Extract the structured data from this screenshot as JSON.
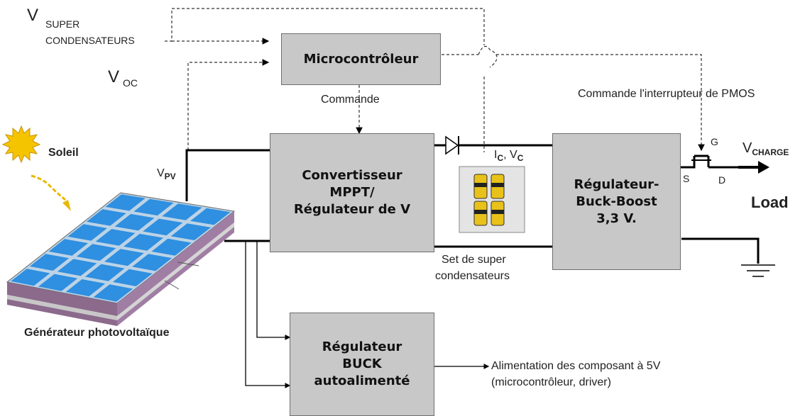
{
  "labels": {
    "v_super_main": "V",
    "v_super_sub1": "SUPER",
    "v_super_sub2": "CONDENSATEURS",
    "v_oc_main": "V",
    "v_oc_sub": "OC",
    "soleil": "Soleil",
    "v_pv_main": "V",
    "v_pv_sub": "PV",
    "generateur": "Générateur photovoltaïque",
    "commande": "Commande",
    "commande_pmos": "Commande l'interrupteur de PMOS",
    "ic_vc": "I",
    "ic_sub": "C",
    "vc_main": ", V",
    "vc_sub": "C",
    "set_super_1": "Set de super",
    "set_super_2": "condensateurs",
    "v_charge_main": "V",
    "v_charge_sub": "CHARGE",
    "load": "Load",
    "g": "G",
    "s": "S",
    "d": "D",
    "alimentation_1": "Alimentation des composant à 5V",
    "alimentation_2": "(microcontrôleur, driver)"
  },
  "blocks": {
    "microcontroleur": "Microcontrôleur",
    "convertisseur": "Convertisseur\nMPPT/\nRégulateur de V",
    "buck_boost": "Régulateur-\nBuck-Boost\n3,3 V.",
    "buck": "Régulateur\nBUCK\nautoalimenté"
  },
  "colors": {
    "block_fill": "#c8c8c8",
    "panel_cell": "#2f8fe0",
    "sun": "#f5c400",
    "wire": "#000000"
  }
}
